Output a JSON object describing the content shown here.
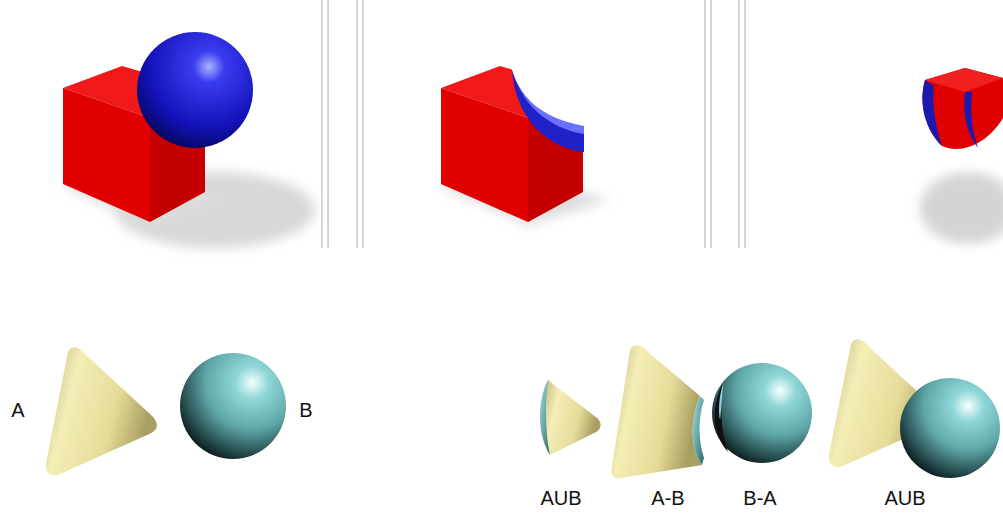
{
  "diagram": {
    "labels": [
      "A",
      "B",
      "AUB",
      "A-B",
      "B-A",
      "AUB"
    ]
  }
}
